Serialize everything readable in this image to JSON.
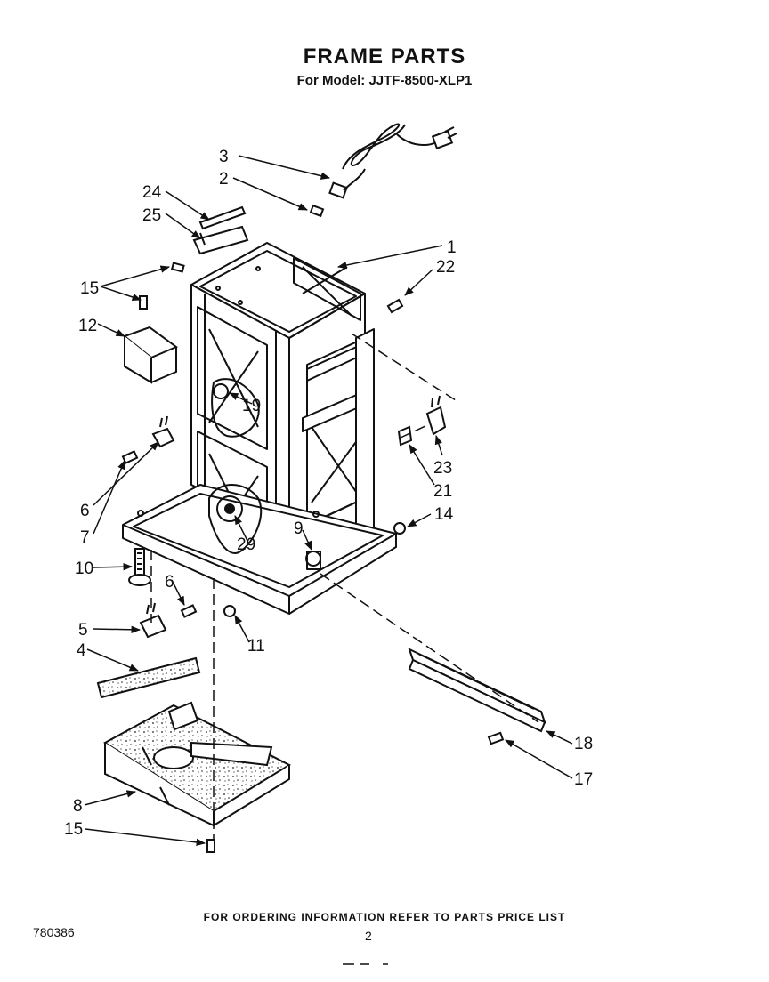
{
  "title": "FRAME PARTS",
  "subtitle": "For Model: JJTF-8500-XLP1",
  "footer_note": "FOR ORDERING INFORMATION REFER TO PARTS PRICE LIST",
  "doc_number": "780386",
  "page_number": "2",
  "callouts": {
    "c1": "1",
    "c2": "2",
    "c3": "3",
    "c4": "4",
    "c5": "5",
    "c6a": "6",
    "c6b": "6",
    "c7": "7",
    "c8": "8",
    "c9": "9",
    "c10": "10",
    "c11": "11",
    "c12": "12",
    "c14": "14",
    "c15a": "15",
    "c15b": "15",
    "c17": "17",
    "c18": "18",
    "c19": "19",
    "c21": "21",
    "c22": "22",
    "c23": "23",
    "c24": "24",
    "c25": "25",
    "c29": "29"
  }
}
